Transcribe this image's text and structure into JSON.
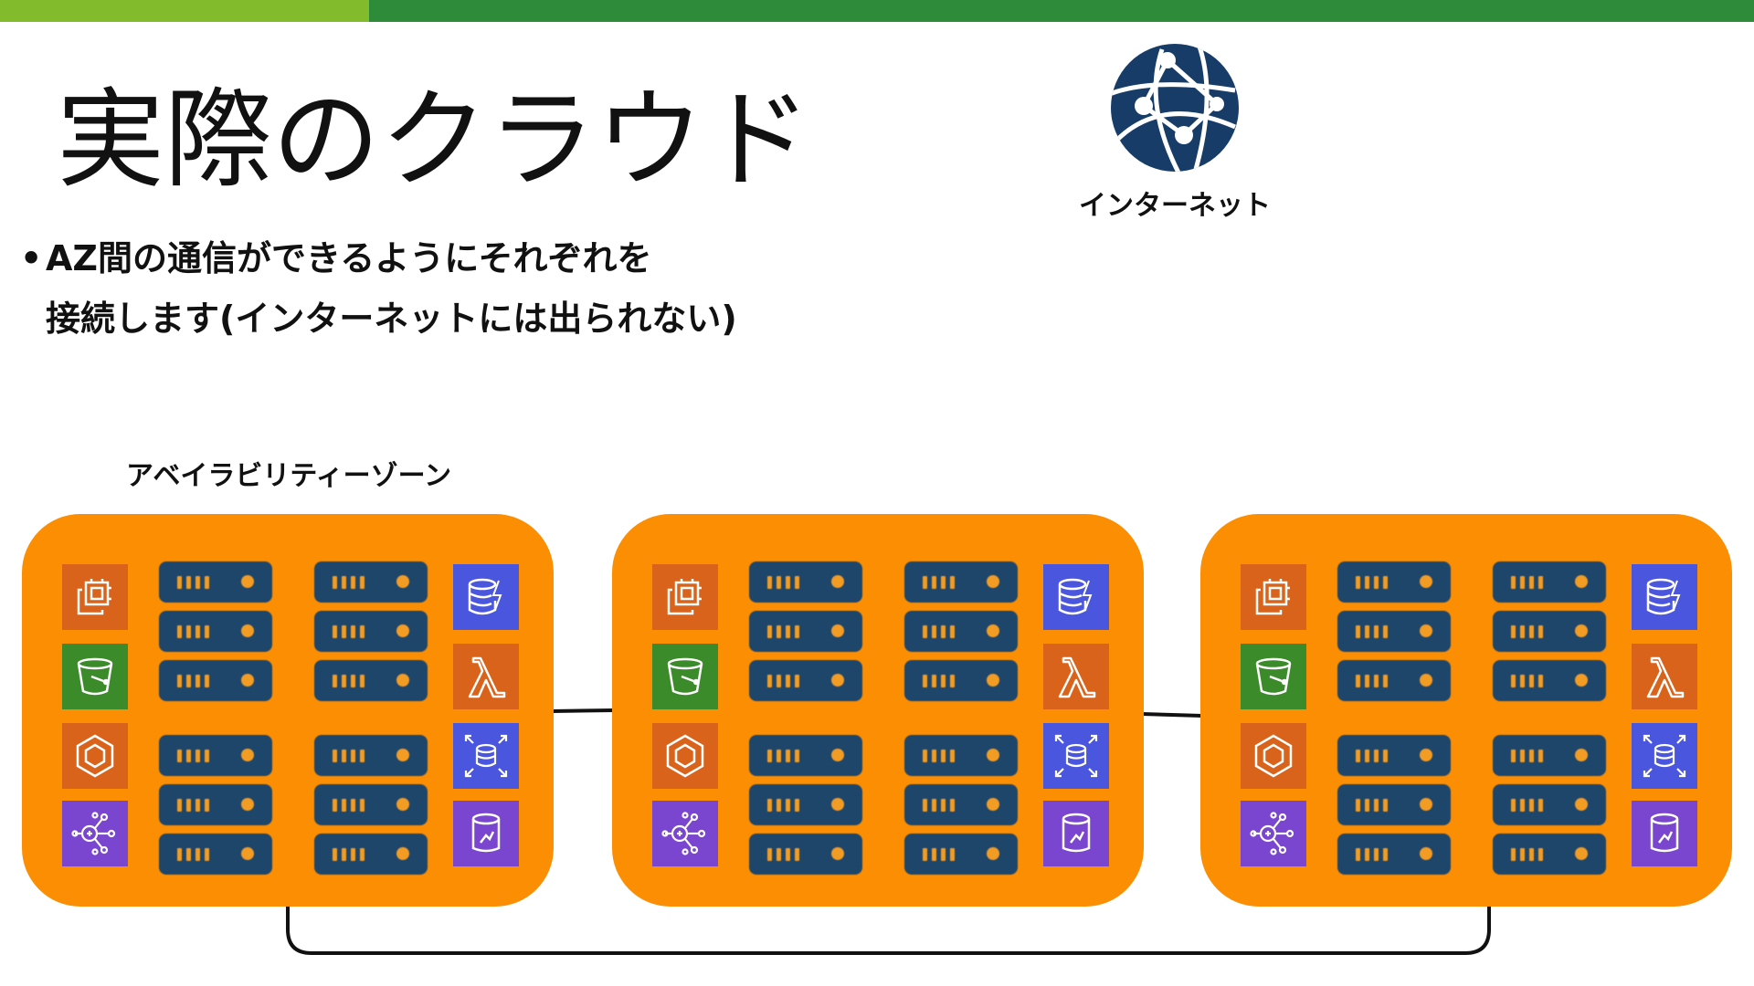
{
  "slide": {
    "title": "実際のクラウド",
    "bullet_line1": "AZ間の通信ができるようにそれぞれを",
    "bullet_line2": "接続します(インターネットには出られない)",
    "internet_label": "インターネット",
    "az_label": "アベイラビリティーゾーン"
  },
  "colors": {
    "topbar_light": "#82bb2c",
    "topbar_dark": "#2e8b3a",
    "az_box": "#fb8e03",
    "server": "#1e466b",
    "server_accent": "#f39c24",
    "globe": "#173c68"
  },
  "icons": {
    "globe": "globe-network-icon",
    "services_left": [
      "ec2-chip-icon",
      "s3-bucket-icon",
      "ecs-hexagon-icon",
      "graph-hub-icon"
    ],
    "services_right": [
      "dynamodb-icon",
      "lambda-icon",
      "rds-icon",
      "database-cylinder-icon"
    ]
  }
}
